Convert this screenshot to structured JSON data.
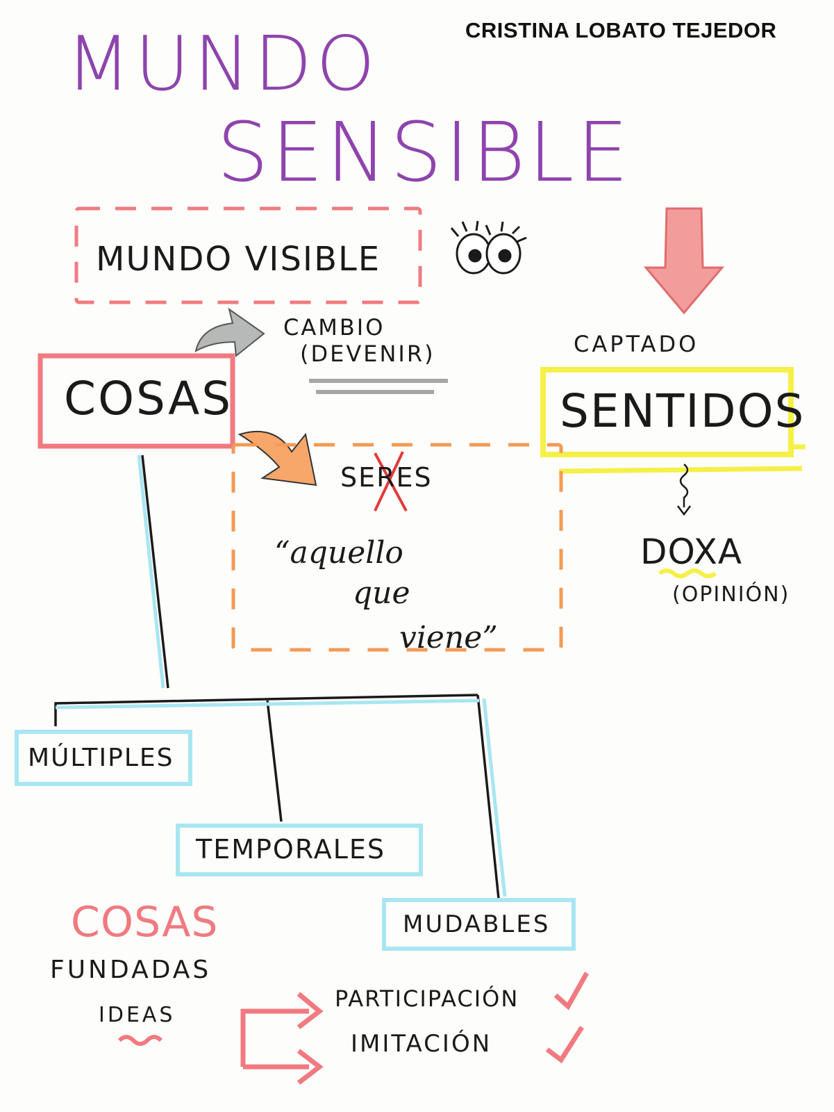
{
  "author": "CRISTINA LOBATO TEJEDOR",
  "title": {
    "line1": "MUNDO",
    "line2": "SENSIBLE"
  },
  "mundo_visible": "MUNDO VISIBLE",
  "cambio": {
    "line1": "CAMBIO",
    "line2": "(DEVENIR)"
  },
  "cosas": "COSAS",
  "seres": "SERES",
  "aquello": {
    "line1": "“aquello",
    "line2": "que",
    "line3": "viene”"
  },
  "captado": "CAPTADO",
  "sentidos": "SENTIDOS",
  "doxa": "DOXA",
  "opinion": "(OPINIÓN)",
  "branches": [
    "MÚLTIPLES",
    "TEMPORALES",
    "MUDABLES"
  ],
  "cosas_fundadas": {
    "cosas": "COSAS",
    "fundadas": "FUNDADAS",
    "ideas": "IDEAS"
  },
  "relations": [
    "PARTICIPACIÓN",
    "IMITACIÓN"
  ],
  "colors": {
    "purple": "#8e44ad",
    "pink": "#f07a80",
    "orange": "#f39a55",
    "yellow": "#f5f048",
    "cyan": "#a8e6f2",
    "grey": "#a5a7a6",
    "ink": "#1a1a1a"
  },
  "icons": [
    "eyes-icon",
    "down-arrow-icon",
    "curved-arrow-icon",
    "check-icon"
  ]
}
